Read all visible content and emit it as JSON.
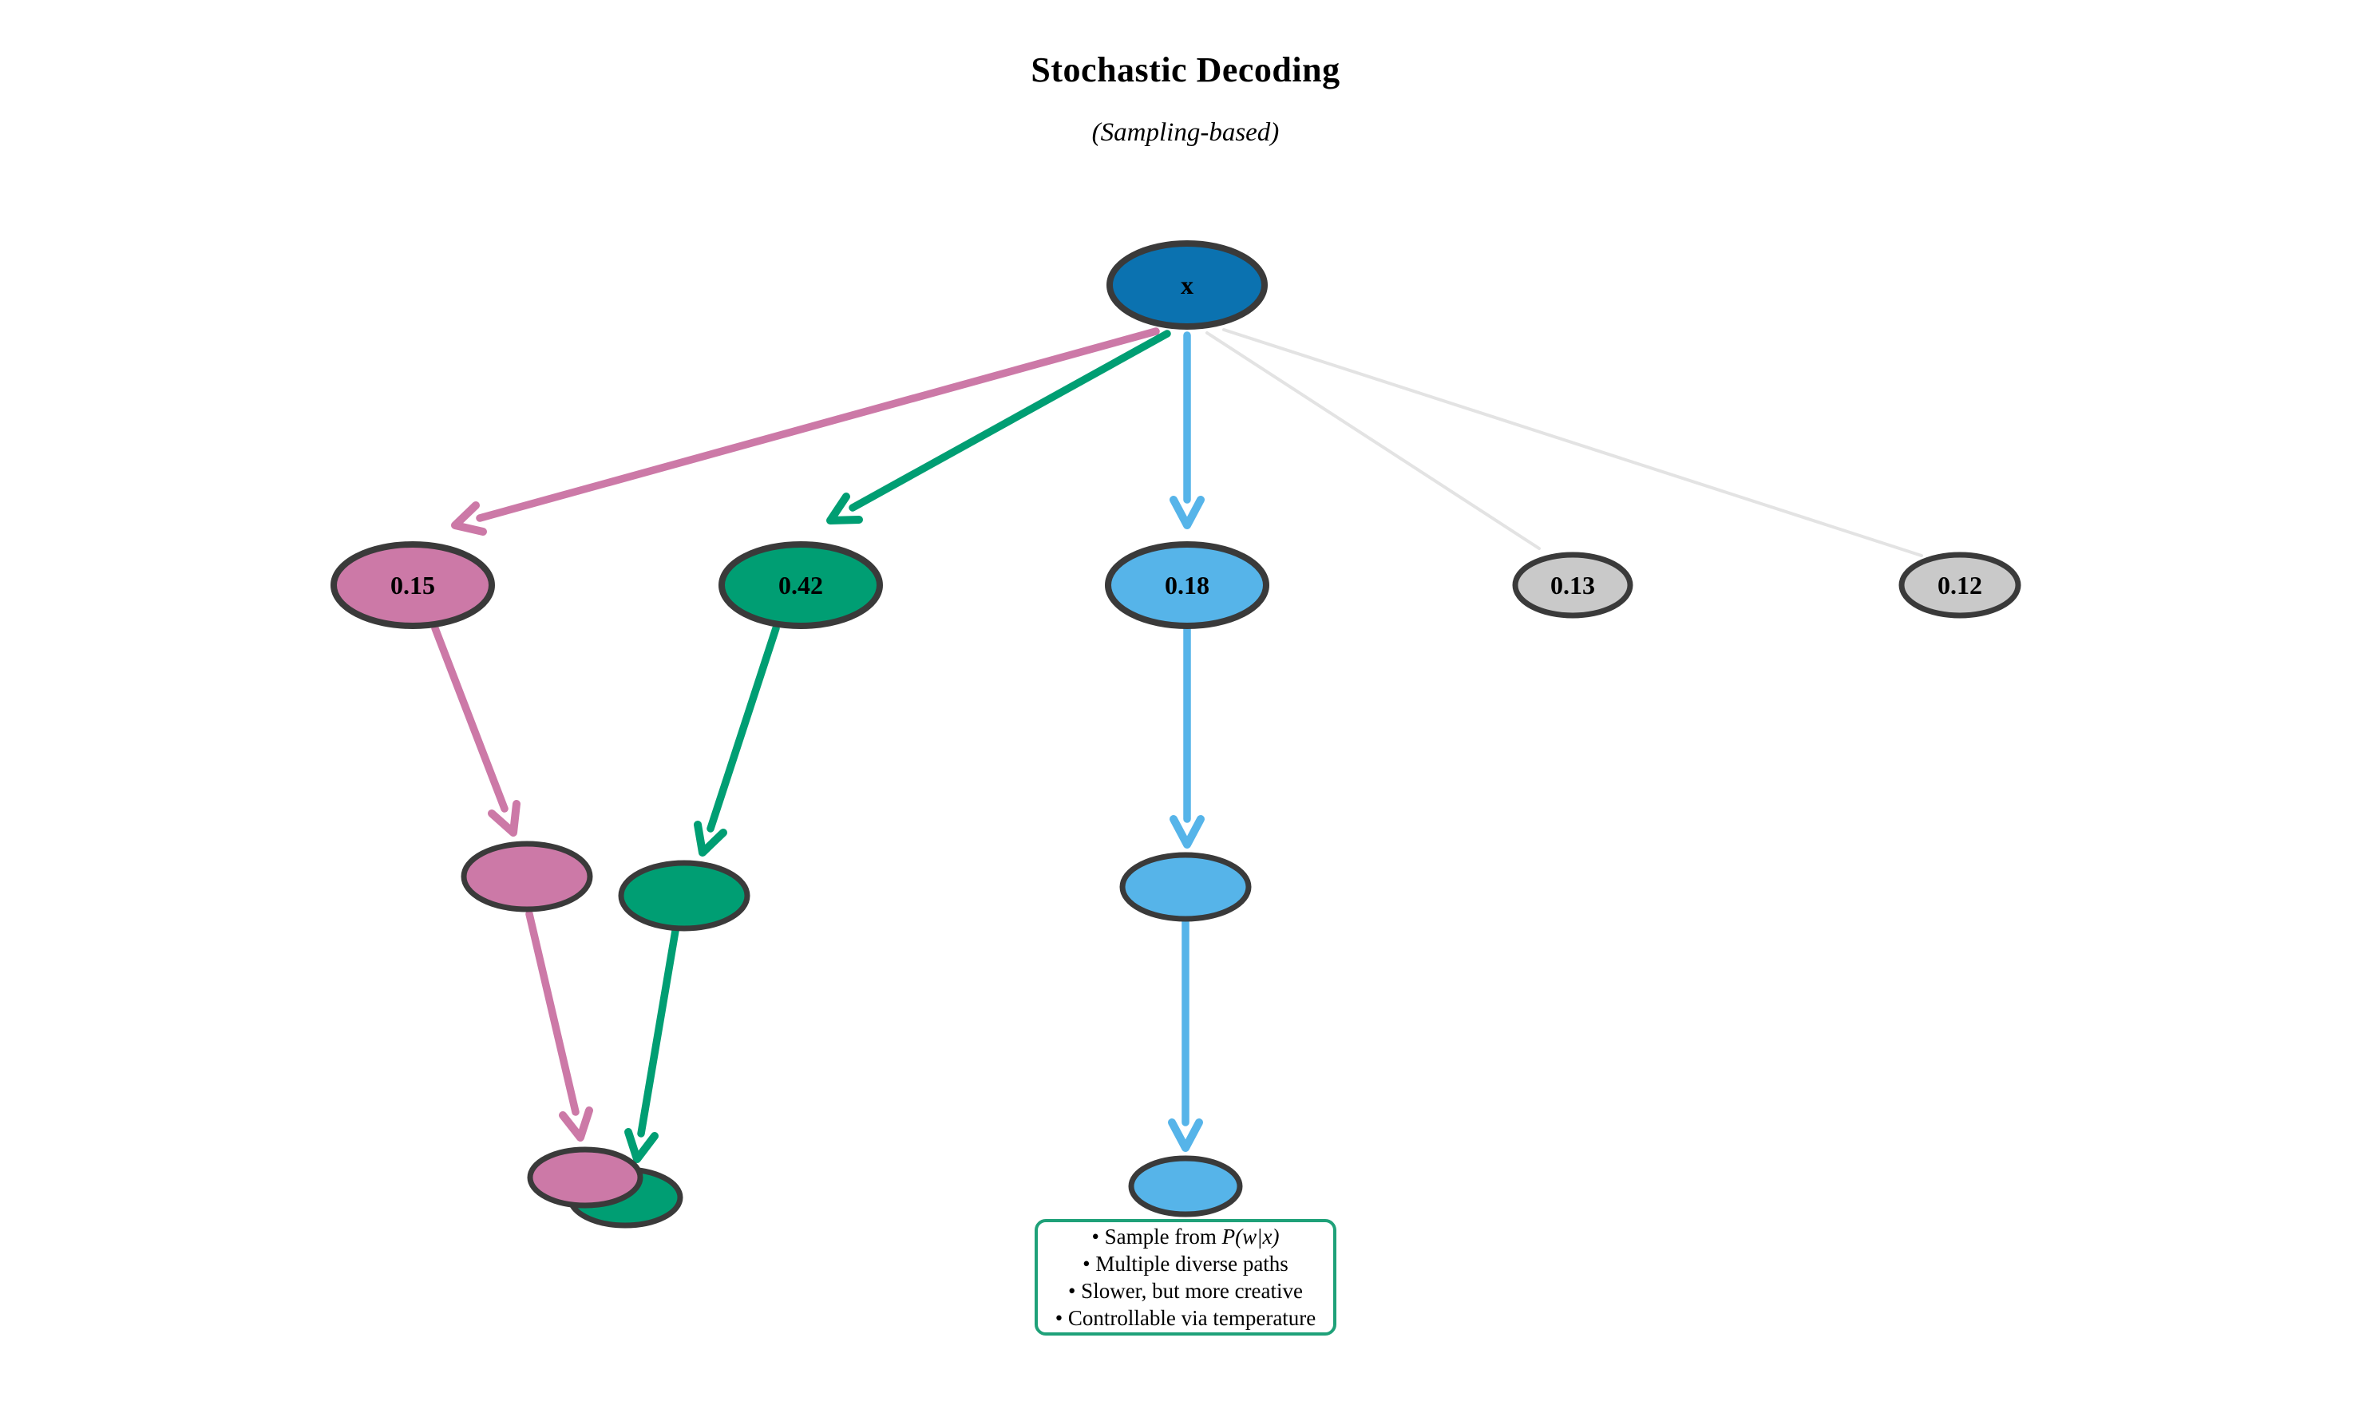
{
  "header": {
    "title": "Stochastic Decoding",
    "subtitle": "(Sampling-based)"
  },
  "colors": {
    "root_fill": "#0B72B0",
    "pink": "#CC79A7",
    "green": "#009E73",
    "sky_blue": "#56B4E9",
    "gray_fill": "#C9C9C9",
    "gray_edge": "#E3E3E3",
    "node_border": "#3A3A3A",
    "box_border": "#1FA179",
    "text": "#000000"
  },
  "nodes": {
    "root": {
      "label": "x"
    },
    "prob_pink": {
      "label": "0.15"
    },
    "prob_green": {
      "label": "0.42"
    },
    "prob_blue": {
      "label": "0.18"
    },
    "prob_gray1": {
      "label": "0.13"
    },
    "prob_gray2": {
      "label": "0.12"
    }
  },
  "notes": {
    "line1_prefix": "• Sample from ",
    "line1_math": "P(w|x)",
    "line2": "• Multiple diverse paths",
    "line3": "• Slower, but more creative",
    "line4": "• Controllable via temperature"
  }
}
